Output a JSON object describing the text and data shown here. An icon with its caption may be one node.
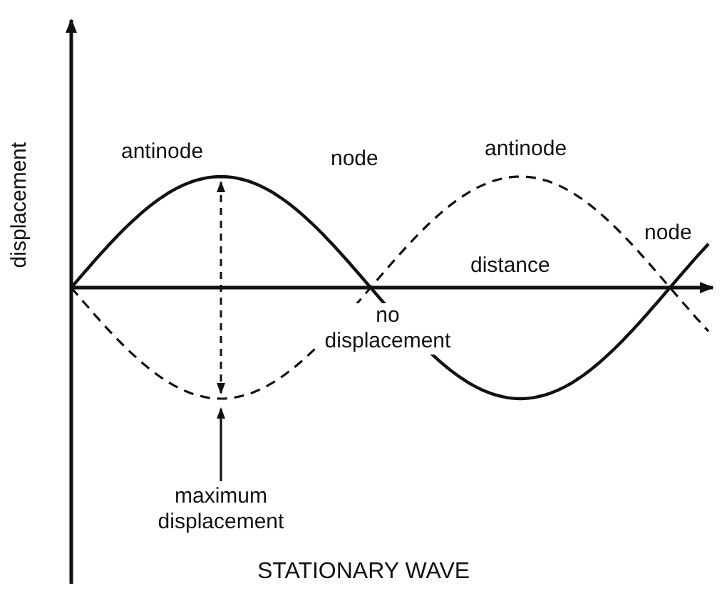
{
  "diagram": {
    "caption": "STATIONARY WAVE",
    "nodes": [
      {
        "text": [
          "maximum displacement"
        ]
      },
      {
        "text": [],
        "shape": "curve"
      }
    ],
    "edges": [
      {
        "from": 0,
        "to": 1,
        "arrow": "to"
      }
    ],
    "labels": [
      "displacement",
      "antinode",
      "node",
      "antinode",
      "node",
      "distance",
      "no displacement"
    ]
  }
}
